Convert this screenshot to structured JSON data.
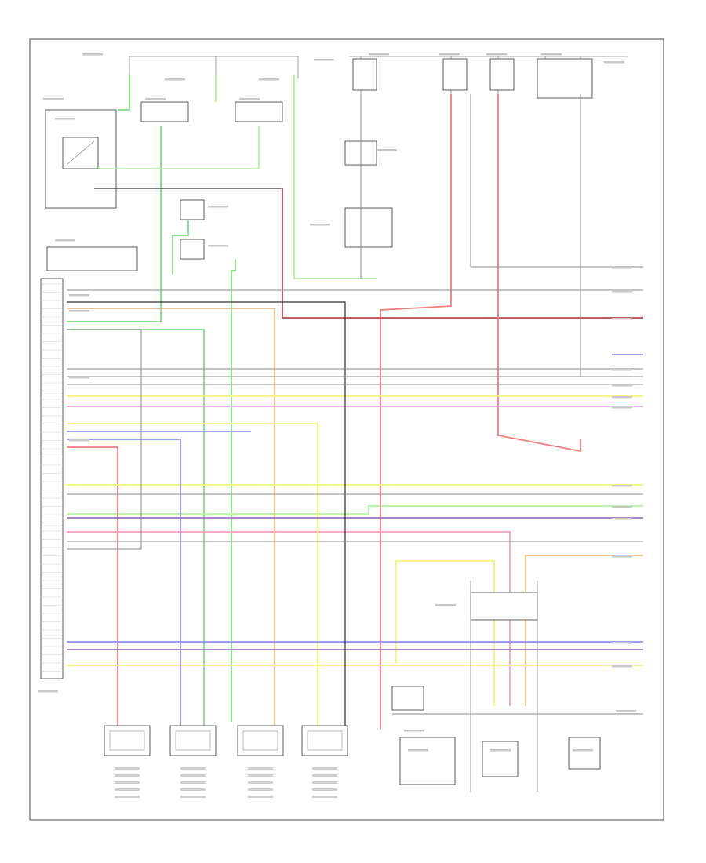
{
  "diagram": {
    "footer_code": "",
    "colors": {
      "frame": "#4a4a4a",
      "wire_gray": "#8a8a8a",
      "wire_green": "#7fe07f",
      "wire_light_green": "#b6f0a0",
      "wire_red": "#f07f7f",
      "wire_dark_red": "#b84a4a",
      "wire_orange": "#f5b87a",
      "wire_yellow": "#f3f37a",
      "wire_blue": "#8f8ff0",
      "wire_purple": "#a070c0",
      "wire_pink": "#f0a0c0",
      "wire_black": "#303030"
    },
    "left_connector_pins": 48,
    "sensors": [
      {
        "name": "sensor-1"
      },
      {
        "name": "sensor-2"
      },
      {
        "name": "sensor-3"
      },
      {
        "name": "sensor-4"
      }
    ]
  }
}
